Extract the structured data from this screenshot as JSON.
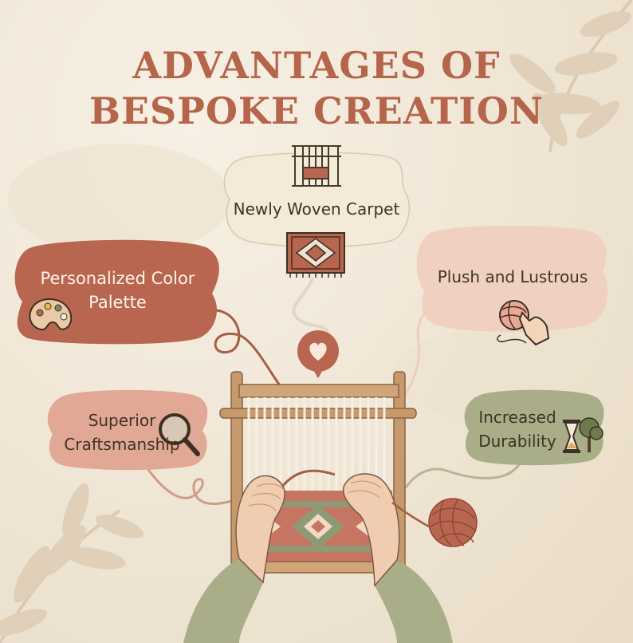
{
  "title": {
    "line1": "ADVANTAGES OF",
    "line2": "BESPOKE CREATION"
  },
  "nodes": {
    "newly_woven_carpet": {
      "label": "Newly Woven Carpet",
      "icons": [
        "loom-icon",
        "carpet-icon"
      ]
    },
    "personalized_color_palette": {
      "line1": "Personalized Color",
      "line2": "Palette",
      "icon": "palette-icon"
    },
    "plush_and_lustrous": {
      "label": "Plush and Lustrous",
      "icon": "yarn-hand-icon"
    },
    "superior_craftsmanship": {
      "line1": "Superior",
      "line2": "Craftsmanship",
      "icon": "magnifier-icon"
    },
    "increased_durability": {
      "line1": "Increased",
      "line2": "Durability",
      "icon": "hourglass-tree-icon"
    }
  },
  "center": {
    "icons": [
      "heart-bubble-icon",
      "hand-loom-icon",
      "yarn-ball-icon"
    ]
  },
  "colors": {
    "title": "#b4654a",
    "terracotta": "#b96650",
    "cream_cloud": "#f3ead8",
    "blush_cloud": "#f0d0c0",
    "pink_cloud": "#e2a896",
    "sage_cloud": "#a9ad88",
    "string": "#a65d45"
  }
}
